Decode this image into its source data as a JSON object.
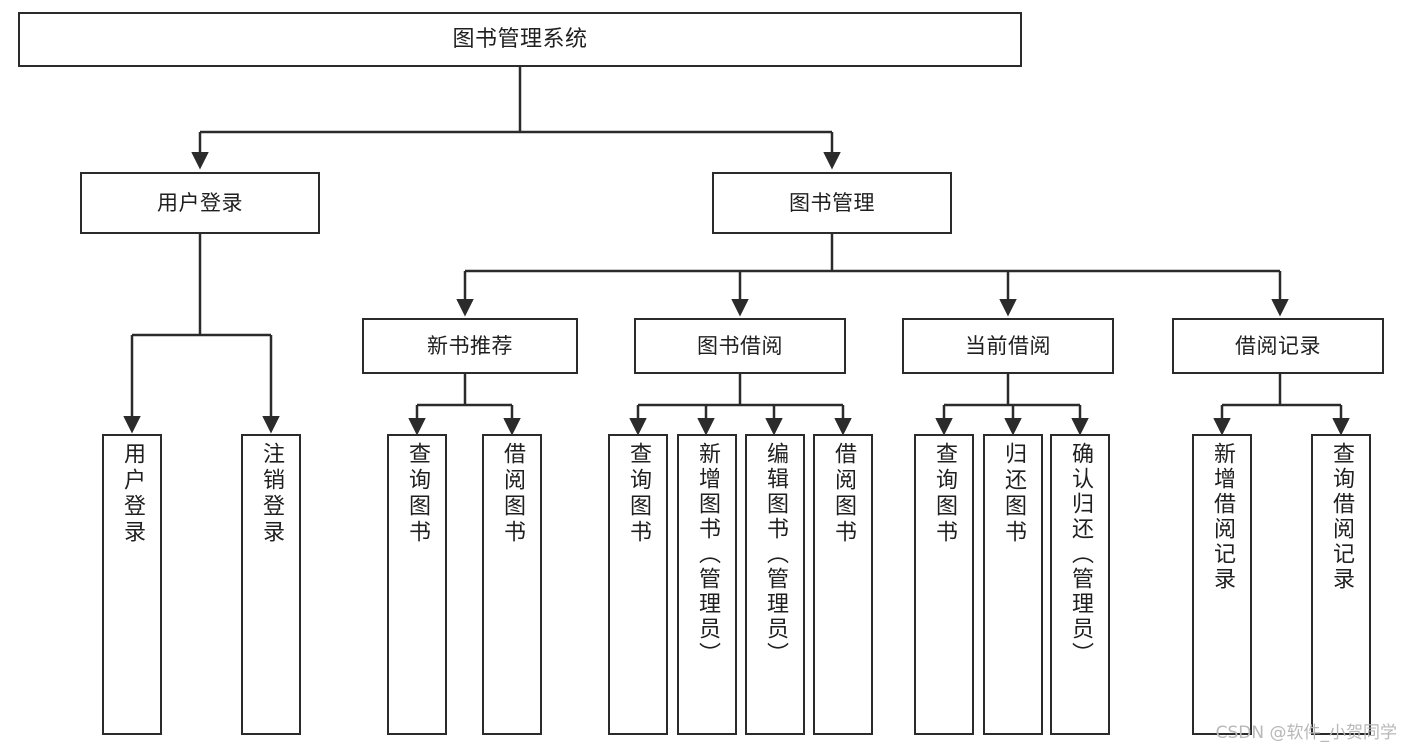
{
  "diagram": {
    "type": "tree",
    "title": "图书管理系统",
    "background_color": "#ffffff",
    "line_color": "#2b2b2b",
    "text_color": "#1f1f1f",
    "watermark": "CSDN @软件_小贺同学",
    "nodes": {
      "root": {
        "label": "图书管理系统"
      },
      "level2": [
        {
          "label": "用户登录"
        },
        {
          "label": "图书管理"
        }
      ],
      "level3": [
        {
          "label": "新书推荐"
        },
        {
          "label": "图书借阅"
        },
        {
          "label": "当前借阅"
        },
        {
          "label": "借阅记录"
        }
      ],
      "leaves": {
        "user_login": [
          {
            "label": "用户登录"
          },
          {
            "label": "注销登录"
          }
        ],
        "new_book": [
          {
            "label": "查询图书"
          },
          {
            "label": "借阅图书"
          }
        ],
        "book_borrow": [
          {
            "label": "查询图书"
          },
          {
            "label": "新增图书（管理员）"
          },
          {
            "label": "编辑图书（管理员）"
          },
          {
            "label": "借阅图书"
          }
        ],
        "current_borrow": [
          {
            "label": "查询图书"
          },
          {
            "label": "归还图书"
          },
          {
            "label": "确认归还（管理员）"
          }
        ],
        "borrow_record": [
          {
            "label": "新增借阅记录"
          },
          {
            "label": "查询借阅记录"
          }
        ]
      }
    }
  }
}
